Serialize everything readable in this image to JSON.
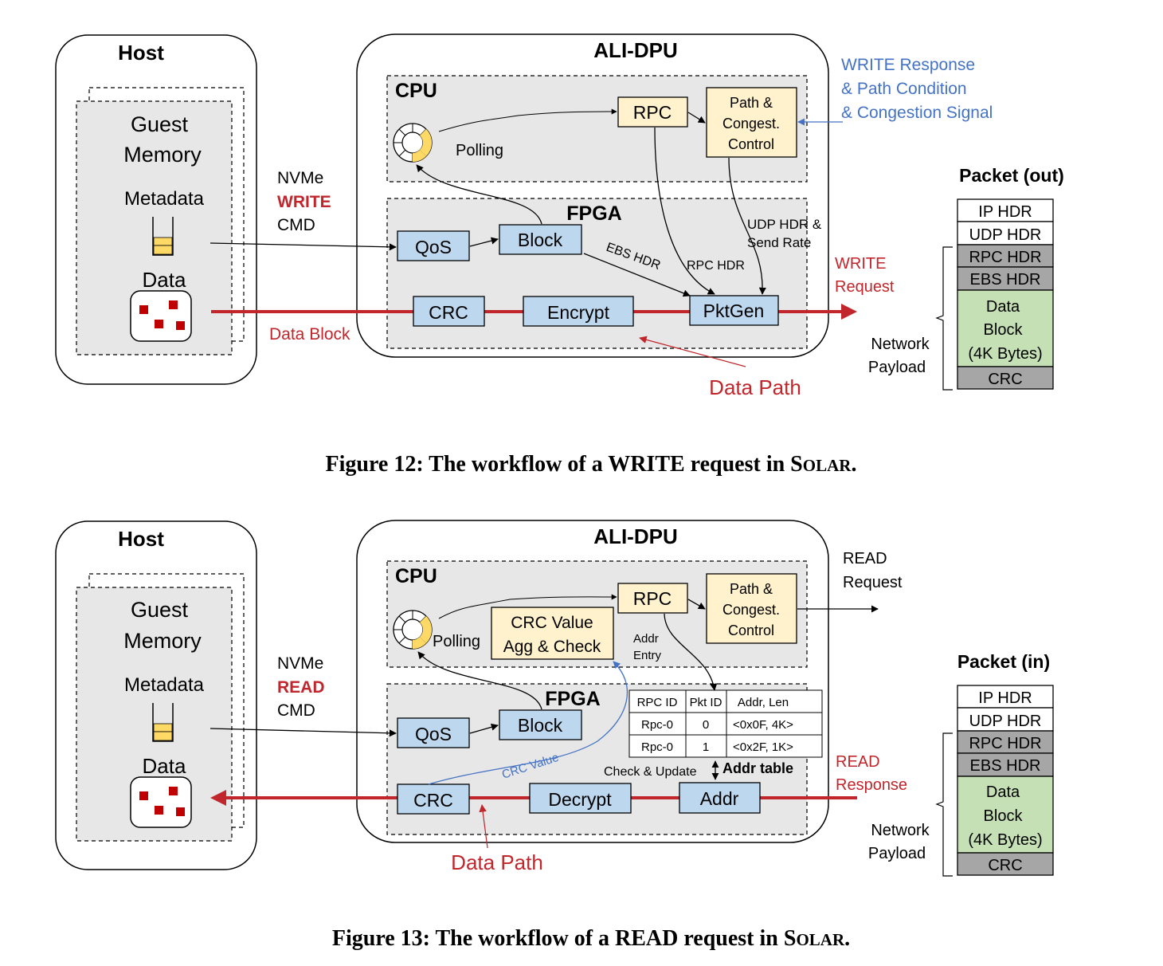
{
  "colors": {
    "data_path": "#c0262b",
    "response_blue": "#4472c4",
    "block_blue": "#bdd7ee",
    "block_yellow": "#fff2cc",
    "region_gray": "#e7e7e7",
    "pkt_gray": "#a6a6a6",
    "pkt_green": "#c5e0b4",
    "memory_red": "#c00000",
    "memory_yellow": "#ffd966"
  },
  "icons": [
    "polling-ring-icon",
    "metadata-queue-icon",
    "data-blocks-icon"
  ],
  "fig12": {
    "caption": "Figure 12: The workflow of a WRITE request in S",
    "caption_sc": "OLAR",
    "caption_end": ".",
    "host": {
      "title": "Host",
      "guest_memory_1": "Guest",
      "guest_memory_2": "Memory",
      "metadata": "Metadata",
      "data": "Data"
    },
    "nvme": {
      "line1": "NVMe",
      "line2": "WRITE",
      "line3": "CMD"
    },
    "data_block_label": "Data Block",
    "dpu_title": "ALI-DPU",
    "cpu_label": "CPU",
    "fpga_label": "FPGA",
    "polling": "Polling",
    "rpc": "RPC",
    "path_congest": {
      "line1": "Path &",
      "line2": "Congest.",
      "line3": "Control"
    },
    "qos": "QoS",
    "block": "Block",
    "crc": "CRC",
    "encrypt": "Encrypt",
    "pktgen": "PktGen",
    "ebs_hdr": "EBS HDR",
    "rpc_hdr": "RPC HDR",
    "udp_send": {
      "line1": "UDP HDR &",
      "line2": "Send Rate"
    },
    "response": {
      "line1": "WRITE Response",
      "line2": "& Path Condition",
      "line3": "& Congestion Signal"
    },
    "request": {
      "line1": "WRITE",
      "line2": "Request"
    },
    "data_path": "Data Path",
    "packet": {
      "title": "Packet (out)",
      "rows": [
        "IP HDR",
        "UDP HDR",
        "RPC HDR",
        "EBS HDR"
      ],
      "data_block": {
        "line1": "Data",
        "line2": "Block",
        "line3": "(4K Bytes)"
      },
      "crc": "CRC",
      "payload": {
        "line1": "Network",
        "line2": "Payload"
      }
    }
  },
  "fig13": {
    "caption": "Figure 13: The workflow of a READ request in S",
    "caption_sc": "OLAR",
    "caption_end": ".",
    "host": {
      "title": "Host",
      "guest_memory_1": "Guest",
      "guest_memory_2": "Memory",
      "metadata": "Metadata",
      "data": "Data"
    },
    "nvme": {
      "line1": "NVMe",
      "line2": "READ",
      "line3": "CMD"
    },
    "dpu_title": "ALI-DPU",
    "cpu_label": "CPU",
    "fpga_label": "FPGA",
    "polling": "Polling",
    "crc_value_box": {
      "line1": "CRC Value",
      "line2": "Agg & Check"
    },
    "rpc": "RPC",
    "path_congest": {
      "line1": "Path &",
      "line2": "Congest.",
      "line3": "Control"
    },
    "addr_entry": {
      "line1": "Addr",
      "line2": "Entry"
    },
    "qos": "QoS",
    "block": "Block",
    "crc": "CRC",
    "decrypt": "Decrypt",
    "addr": "Addr",
    "crc_value_label": "CRC Value",
    "check_update": "Check & Update",
    "addr_table_label": "Addr table",
    "addr_table": {
      "headers": [
        "RPC ID",
        "Pkt ID",
        "Addr, Len"
      ],
      "rows": [
        [
          "Rpc-0",
          "0",
          "<0x0F, 4K>"
        ],
        [
          "Rpc-0",
          "1",
          "<0x2F, 1K>"
        ]
      ]
    },
    "request": {
      "line1": "READ",
      "line2": "Request"
    },
    "response": {
      "line1": "READ",
      "line2": "Response"
    },
    "data_path": "Data Path",
    "packet": {
      "title": "Packet (in)",
      "rows": [
        "IP HDR",
        "UDP HDR",
        "RPC HDR",
        "EBS HDR"
      ],
      "data_block": {
        "line1": "Data",
        "line2": "Block",
        "line3": "(4K Bytes)"
      },
      "crc": "CRC",
      "payload": {
        "line1": "Network",
        "line2": "Payload"
      }
    }
  }
}
